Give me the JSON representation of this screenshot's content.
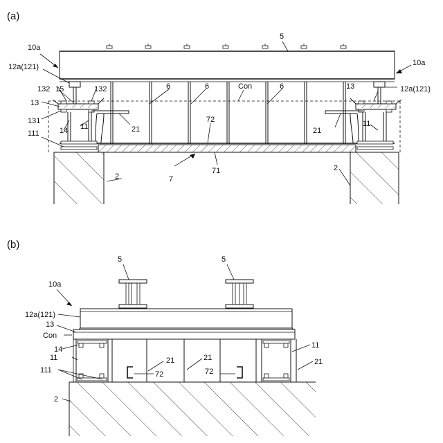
{
  "panel_a": {
    "title": "(a)",
    "labels": {
      "l10a_left": "10a",
      "l10a_right": "10a",
      "l5": "5",
      "l12a_left": "12a(121)",
      "l12a_right": "12a(121)",
      "l132_a": "132",
      "l15": "15",
      "l132_b": "132",
      "l6_a": "6",
      "l6_b": "6",
      "l6_c": "6",
      "lcon": "Con",
      "l13_left": "13",
      "l13_right": "13",
      "l131": "131",
      "l14": "14",
      "l11_left": "11",
      "l11_right": "11",
      "l111": "111",
      "l21_left": "21",
      "l21_right": "21",
      "l72": "72",
      "l7": "7",
      "l71": "71",
      "l2_left": "2",
      "l2_right": "2"
    }
  },
  "panel_b": {
    "title": "(b)",
    "labels": {
      "l5_left": "5",
      "l5_right": "5",
      "l10a": "10a",
      "l12a": "12a(121)",
      "l13": "13",
      "lcon": "Con",
      "l14": "14",
      "l11_left": "11",
      "l11_right": "11",
      "l111": "111",
      "l21_a": "21",
      "l21_b": "21",
      "l21_c": "21",
      "l72_a": "72",
      "l72_b": "72",
      "l2": "2"
    }
  }
}
